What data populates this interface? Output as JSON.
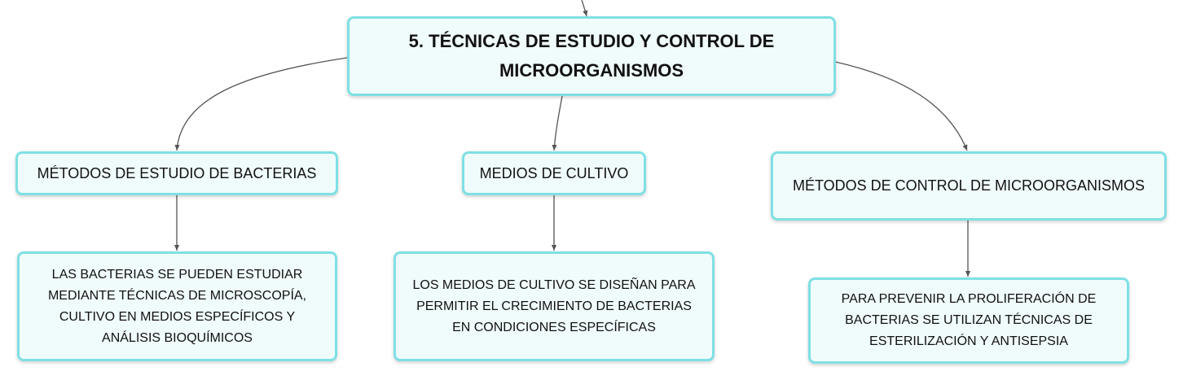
{
  "colors": {
    "node_fill": "#f0fbfc",
    "node_border": "#7fe0e4",
    "connector": "#555555",
    "text": "#111111"
  },
  "mindmap": {
    "root": {
      "label": "5. TÉCNICAS DE ESTUDIO Y CONTROL DE MICROORGANISMOS"
    },
    "branches": [
      {
        "label": "MÉTODOS DE ESTUDIO DE BACTERIAS",
        "detail": "LAS BACTERIAS SE PUEDEN ESTUDIAR MEDIANTE TÉCNICAS DE MICROSCOPÍA, CULTIVO EN MEDIOS ESPECÍFICOS Y ANÁLISIS BIOQUÍMICOS"
      },
      {
        "label": "MEDIOS DE CULTIVO",
        "detail": "LOS MEDIOS DE CULTIVO SE DISEÑAN PARA PERMITIR EL CRECIMIENTO DE BACTERIAS EN CONDICIONES ESPECÍFICAS"
      },
      {
        "label": "MÉTODOS DE CONTROL DE MICROORGANISMOS",
        "detail": "PARA PREVENIR LA PROLIFERACIÓN DE BACTERIAS SE UTILIZAN TÉCNICAS DE ESTERILIZACIÓN Y ANTISEPSIA"
      }
    ]
  }
}
